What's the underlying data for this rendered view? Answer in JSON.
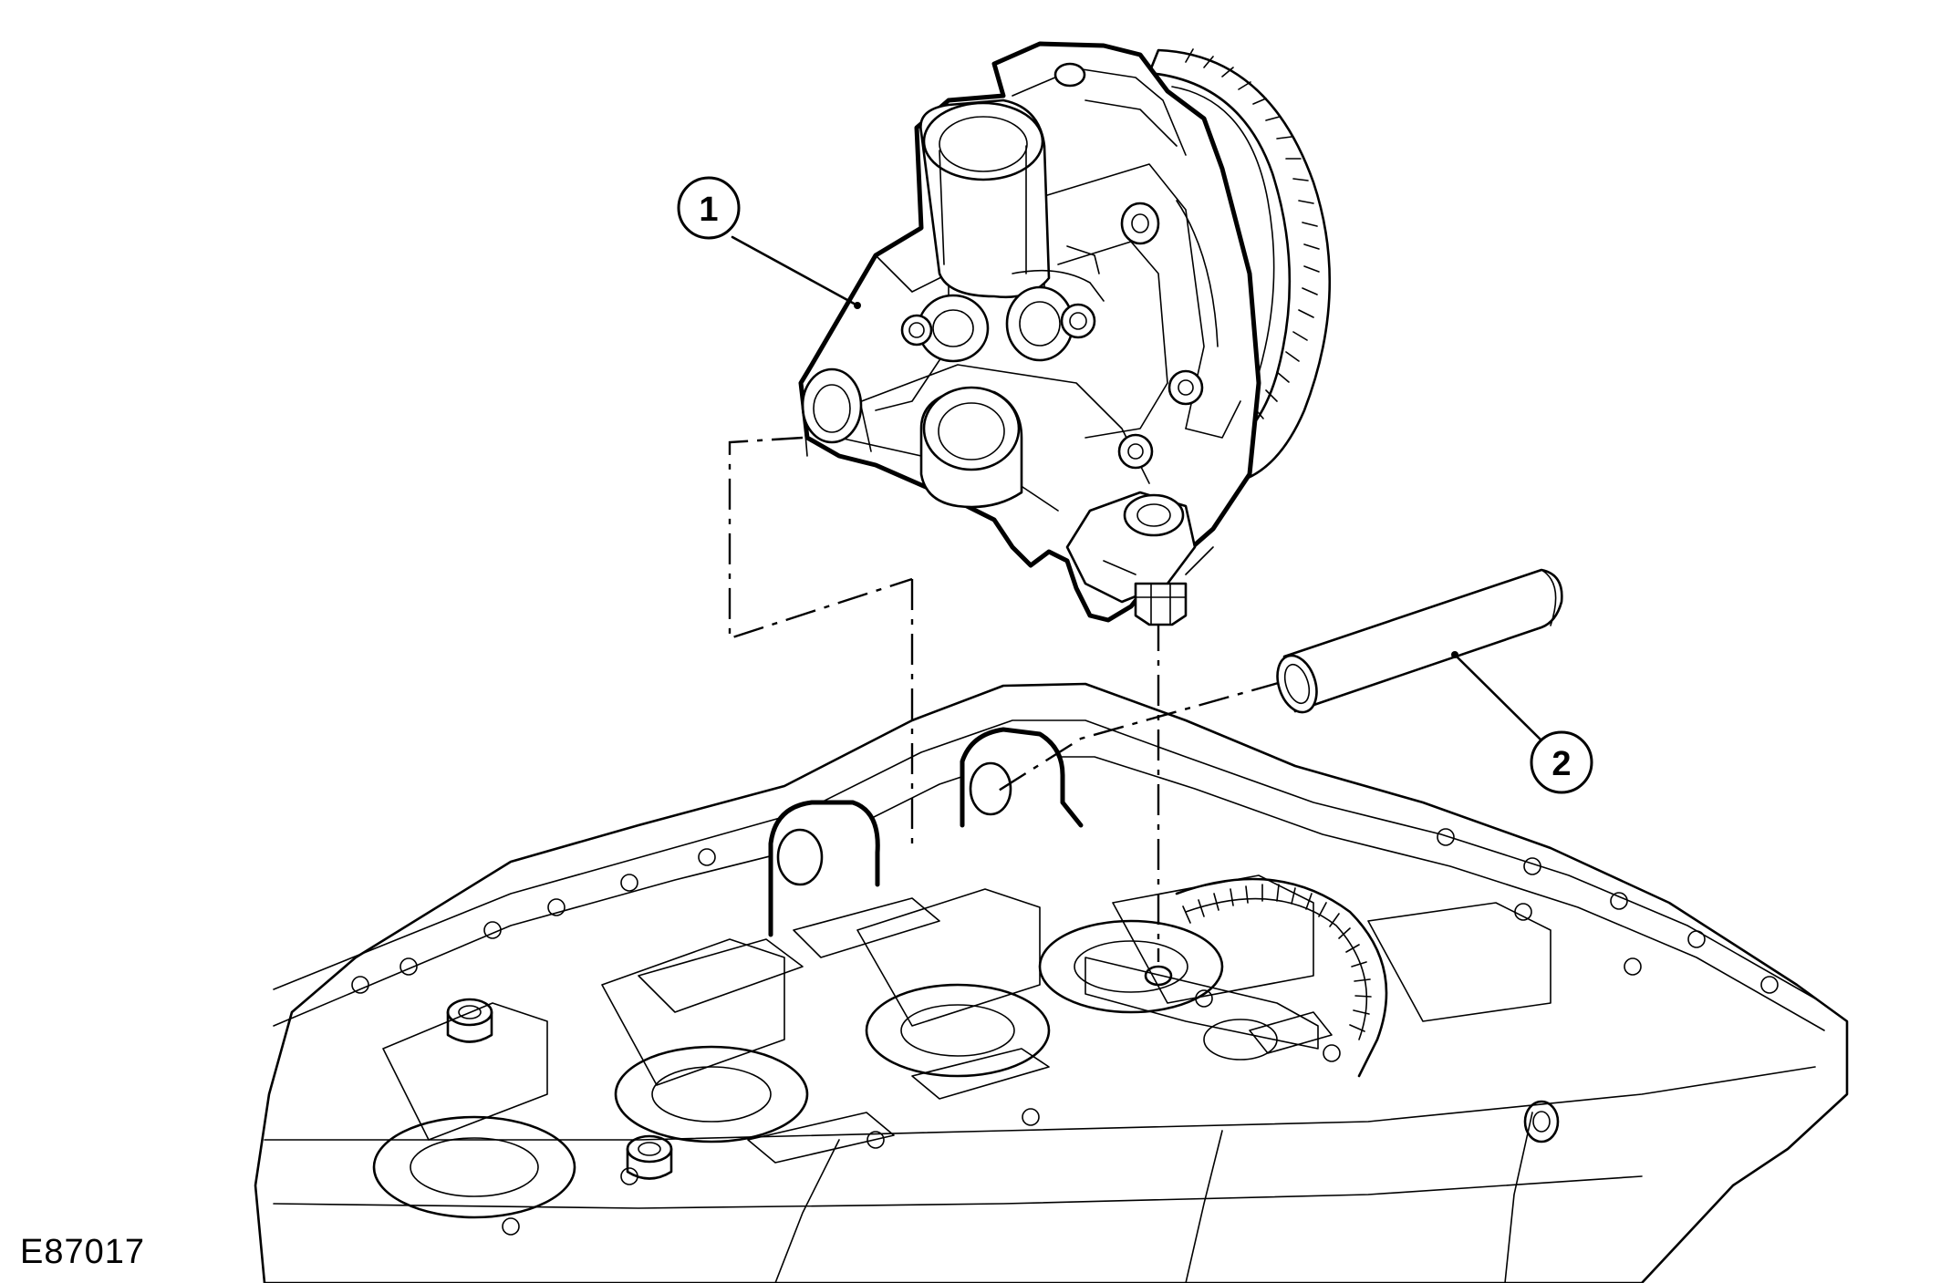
{
  "figure": {
    "id_label": "E87017",
    "background": "#ffffff",
    "line_color": "#000000"
  },
  "callouts": [
    {
      "number": "1",
      "target": "oil-pump-assembly"
    },
    {
      "number": "2",
      "target": "locating-dowel-sleeve"
    }
  ]
}
